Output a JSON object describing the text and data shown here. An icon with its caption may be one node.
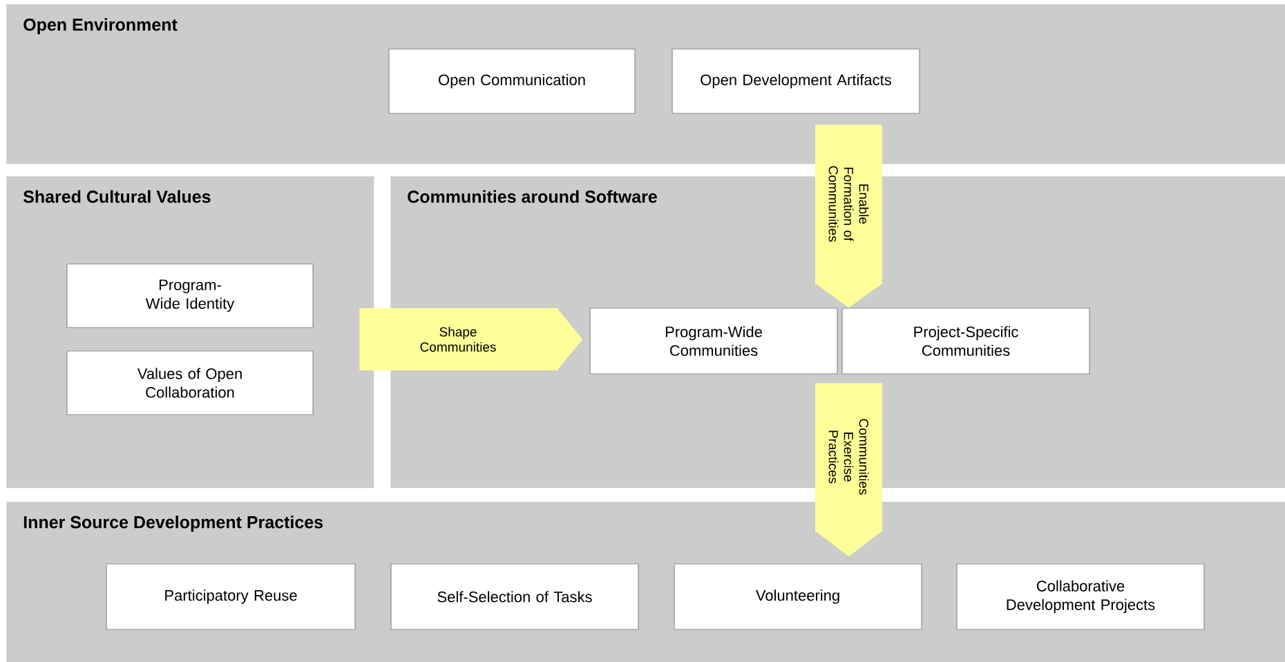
{
  "diagram": {
    "nodes": [
      {
        "text": [
          "Open Environment"
        ]
      },
      {
        "text": [
          "Open Communication"
        ],
        "in": 0
      },
      {
        "text": [
          "Open Development Artifacts"
        ],
        "in": 0
      },
      {
        "text": [
          "Shared Cultural Values"
        ]
      },
      {
        "text": [
          "Program-Wide Identity"
        ],
        "in": 3
      },
      {
        "text": [
          "Values of Open Collaboration"
        ],
        "in": 3
      },
      {
        "text": [
          "Communities around Software"
        ]
      },
      {
        "text": [
          "Program-Wide Communities"
        ],
        "in": 6
      },
      {
        "text": [
          "Project-Specific Communities"
        ],
        "in": 6
      },
      {
        "text": [
          "Inner Source Development Practices"
        ]
      },
      {
        "text": [
          "Participatory Reuse"
        ],
        "in": 9
      },
      {
        "text": [
          "Self-Selection of Tasks"
        ],
        "in": 9
      },
      {
        "text": [
          "Volunteering"
        ],
        "in": 9
      },
      {
        "text": [
          "Collaborative Development Projects"
        ],
        "in": 9
      }
    ],
    "edges": [
      {
        "from": 2,
        "to": 8,
        "arrow": "to",
        "label": "Enable Formation of Communities"
      },
      {
        "from": 3,
        "to": 7,
        "arrow": "to",
        "label": "Shape Communities"
      },
      {
        "from": 8,
        "to": 12,
        "arrow": "to",
        "label": "Communities Exercise Practices"
      }
    ]
  }
}
